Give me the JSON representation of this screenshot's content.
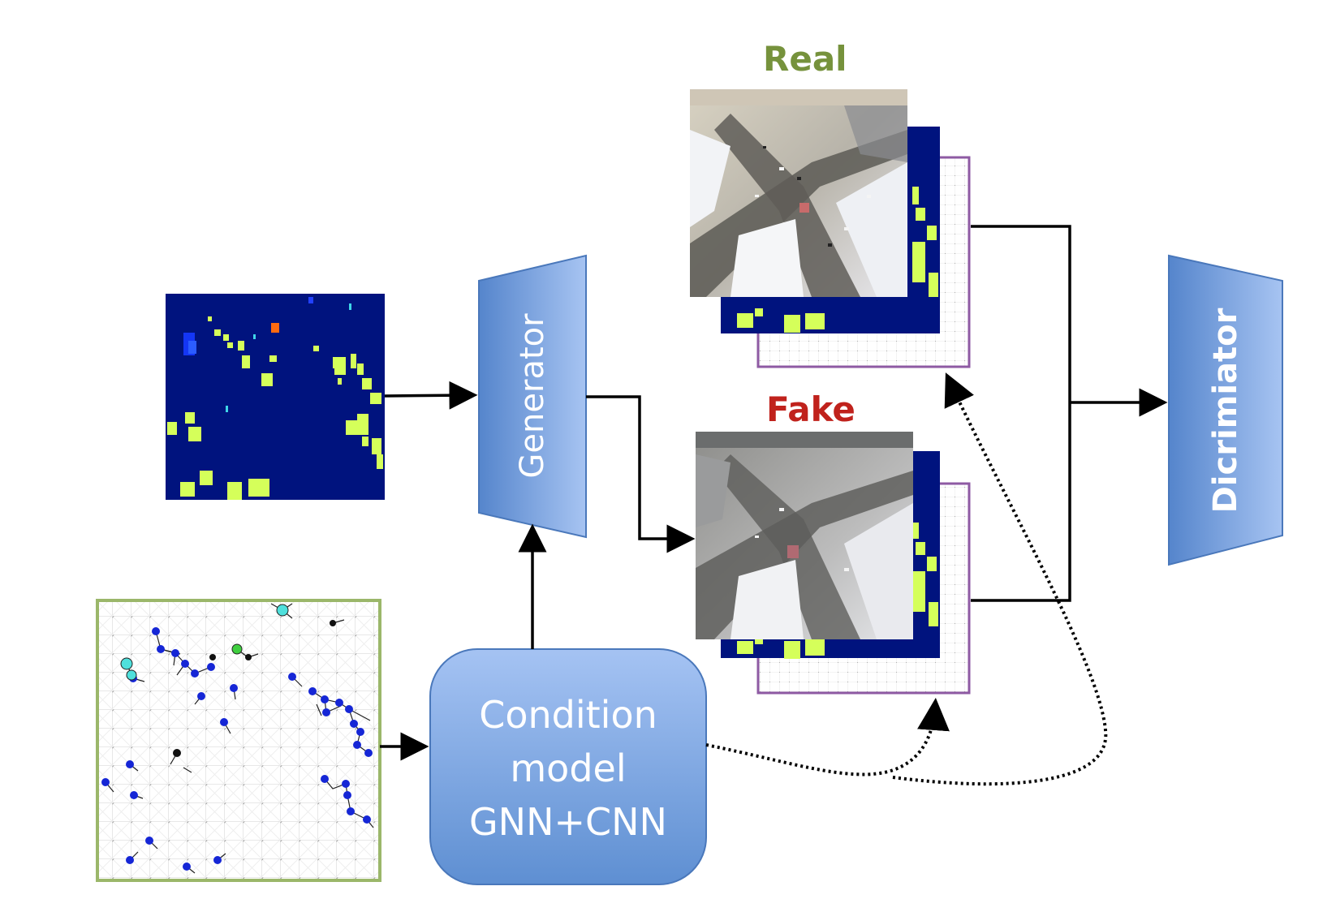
{
  "labels": {
    "real": "Real",
    "fake": "Fake",
    "generator": "Generator",
    "discriminator": "Dicrimiator",
    "condition_line1": "Condition",
    "condition_line2": "model",
    "condition_line3": "GNN+CNN"
  },
  "colors": {
    "real_label": "#76923c",
    "fake_label": "#c0221c",
    "block_fill_light": "#a7c4f2",
    "block_fill_dark": "#4f7fc4",
    "heatmap_bg": "#00137e",
    "heatmap_box": "#d5ff5a",
    "graph_frame": "#9bb76a",
    "stack_frame": "#8e5aa3",
    "node_blue": "#1526d6",
    "node_cyan": "#4fe0dc",
    "node_green": "#3fcf3f",
    "arrow": "#000000"
  },
  "icons": {
    "real_photo": "traffic-intersection-photo",
    "fake_photo": "traffic-intersection-photo",
    "heatmap": "layout-heatmap",
    "graph": "scene-graph"
  }
}
